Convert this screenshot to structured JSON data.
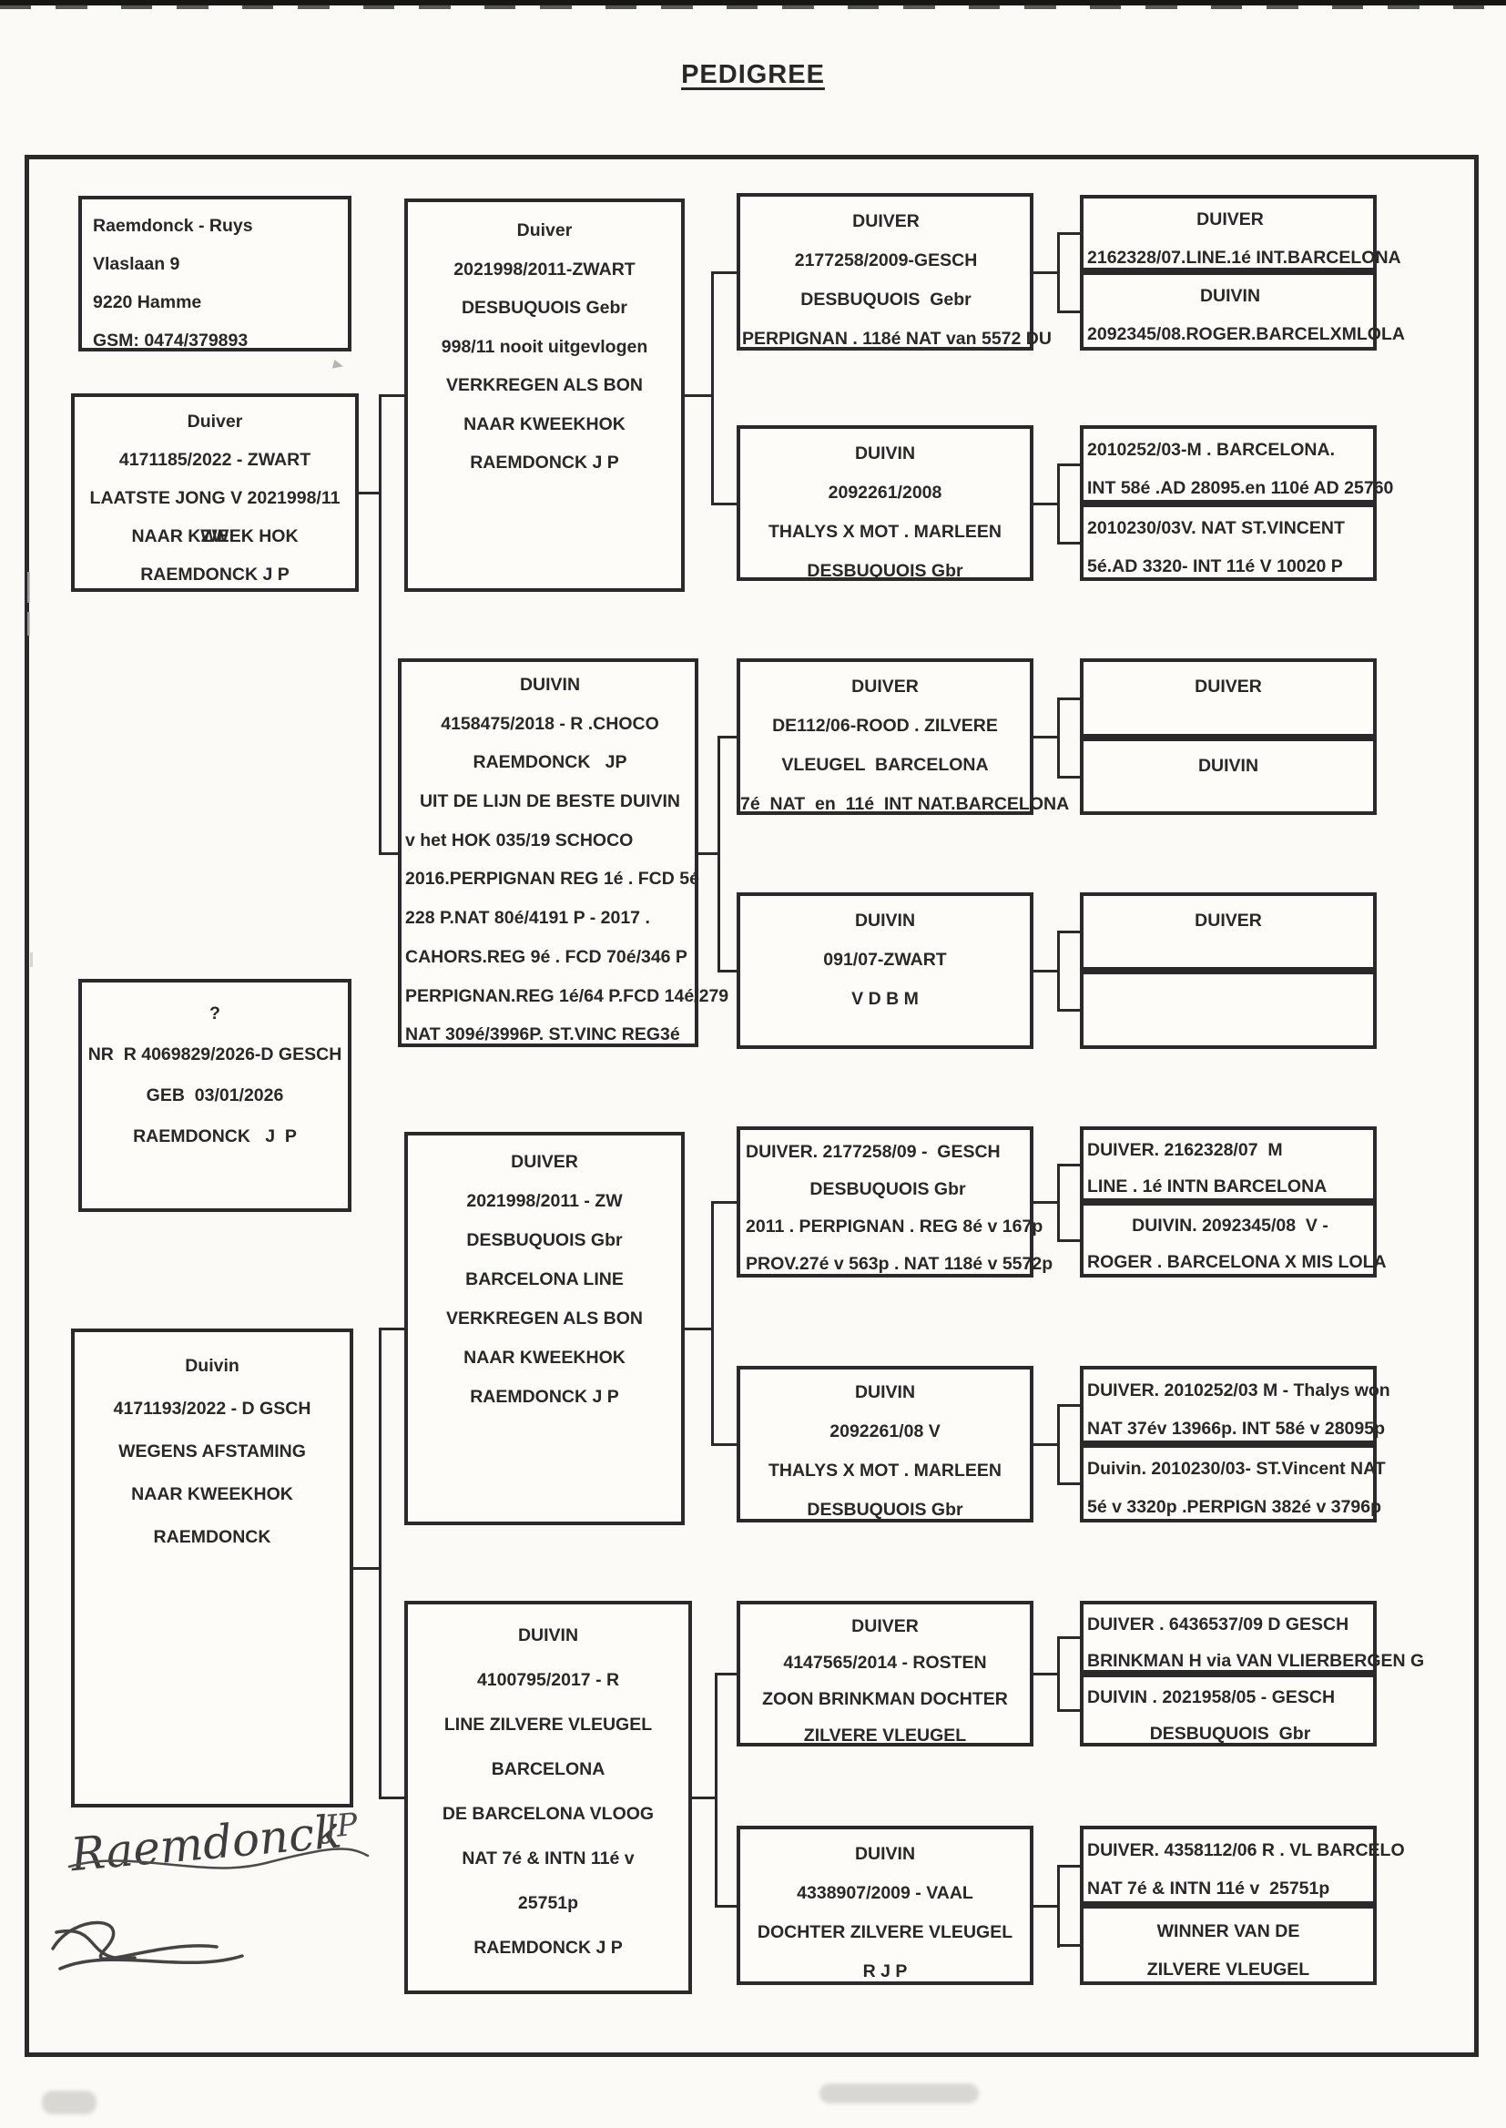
{
  "title": "PEDIGREE",
  "colors": {
    "ink": "#2a2a2a",
    "paper": "#fbfaf6"
  },
  "boxes": {
    "owner": {
      "lines": [
        "Raemdonck - Ruys",
        "Vlaslaan 9",
        "9220 Hamme",
        "GSM: 0474/379893"
      ]
    },
    "father": {
      "lines": [
        "Duiver",
        "4171185/2022 - ZWART",
        "LAATSTE JONG V 2021998/11 ZW",
        "NAAR KWEEK HOK",
        "RAEMDONCK   J P"
      ]
    },
    "unknown": {
      "lines": [
        "?",
        "NR  R 4069829/2026-D GESCH",
        "GEB  03/01/2026",
        "RAEMDONCK   J  P"
      ]
    },
    "mother": {
      "lines": [
        "Duivin",
        "4171193/2022 - D GSCH",
        "WEGENS AFSTAMING",
        "NAAR  KWEEKHOK",
        "RAEMDONCK"
      ]
    },
    "b1": {
      "lines": [
        "Duiver",
        "2021998/2011-ZWART",
        "DESBUQUOIS  Gebr",
        "998/11  nooit uitgevlogen",
        "VERKREGEN ALS BON",
        "NAAR KWEEKHOK",
        "RAEMDONCK  J  P"
      ]
    },
    "b2": {
      "lines": [
        "DUIVIN",
        "4158475/2018 - R .CHOCO",
        "RAEMDONCK   JP",
        "UIT DE LIJN DE BESTE DUIVIN",
        "v het HOK 035/19 SCHOCO",
        "2016.PERPIGNAN REG 1é . FCD 5é",
        "228 P.NAT 80é/4191 P - 2017 .",
        "CAHORS.REG 9é . FCD 70é/346 P",
        "PERPIGNAN.REG 1é/64 P.FCD 14é/279",
        "NAT 309é/3996P. ST.VINC REG3é"
      ]
    },
    "b3": {
      "lines": [
        "DUIVER",
        "2021998/2011 - ZW",
        "DESBUQUOIS  Gbr",
        "BARCELONA  LINE",
        "VERKREGEN ALS BON",
        "NAAR KWEEKHOK",
        "RAEMDONCK  J  P"
      ]
    },
    "b4": {
      "lines": [
        "DUIVIN",
        "4100795/2017 - R",
        "LINE  ZILVERE  VLEUGEL",
        "BARCELONA",
        "DE BARCELONA  VLOOG",
        "NAT  7é & INTN  11é v",
        "25751p",
        "RAEMDONCK  J  P"
      ]
    },
    "c1": {
      "lines": [
        "DUIVER",
        "2177258/2009-GESCH",
        "DESBUQUOIS  Gebr",
        "PERPIGNAN . 118é NAT van 5572 DU"
      ]
    },
    "c2": {
      "lines": [
        "DUIVIN",
        "2092261/2008",
        "THALYS X MOT . MARLEEN",
        "DESBUQUOIS  Gbr"
      ]
    },
    "c3": {
      "lines": [
        "DUIVER",
        "DE112/06-ROOD . ZILVERE",
        "VLEUGEL  BARCELONA",
        "7é  NAT  en  11é  INT NAT.BARCELONA"
      ]
    },
    "c4": {
      "lines": [
        "DUIVIN",
        "091/07-ZWART",
        "V  D  B  M"
      ]
    },
    "c5": {
      "lines": [
        "DUIVER. 2177258/09 -  GESCH",
        "DESBUQUOIS Gbr",
        "2011 . PERPIGNAN . REG 8é v 167p",
        "PROV.27é v 563p . NAT 118é v 5572p"
      ]
    },
    "c6": {
      "lines": [
        "DUIVIN",
        "2092261/08 V",
        "THALYS  X  MOT . MARLEEN",
        "DESBUQUOIS  Gbr"
      ]
    },
    "c7": {
      "lines": [
        "DUIVER",
        "4147565/2014 - ROSTEN",
        "ZOON  BRINKMAN  DOCHTER",
        "ZILVERE  VLEUGEL"
      ]
    },
    "c8": {
      "lines": [
        "DUIVIN",
        "4338907/2009 - VAAL",
        "DOCHTER  ZILVERE  VLEUGEL",
        "R  J  P"
      ]
    },
    "d1a": {
      "lines": [
        "DUIVER",
        "2162328/07.LINE.1é INT.BARCELONA"
      ]
    },
    "d1b": {
      "lines": [
        "DUIVIN",
        "2092345/08.ROGER.BARCELXMLOLA"
      ]
    },
    "d2a": {
      "lines": [
        "2010252/03-M . BARCELONA.",
        "INT 58é .AD 28095.en 110é AD 25760"
      ]
    },
    "d2b": {
      "lines": [
        "2010230/03V. NAT ST.VINCENT",
        "5é.AD 3320- INT 11é V 10020 P"
      ]
    },
    "d3a": {
      "lines": [
        "DUIVER"
      ]
    },
    "d3b": {
      "lines": [
        "DUIVIN"
      ]
    },
    "d4a": {
      "lines": [
        "DUIVER"
      ]
    },
    "d4b": {
      "lines": []
    },
    "d5a": {
      "lines": [
        "DUIVER. 2162328/07  M",
        "LINE . 1é INTN BARCELONA"
      ]
    },
    "d5b": {
      "lines": [
        "DUIVIN. 2092345/08  V -",
        "ROGER . BARCELONA X MIS LOLA"
      ]
    },
    "d6a": {
      "lines": [
        "DUIVER. 2010252/03 M - Thalys won",
        "NAT 37év 13966p. INT 58é v 28095p"
      ]
    },
    "d6b": {
      "lines": [
        "Duivin. 2010230/03- ST.Vincent NAT",
        "5é v 3320p .PERPIGN 382é v 3796p"
      ]
    },
    "d7a": {
      "lines": [
        "DUIVER . 6436537/09 D GESCH",
        "BRINKMAN H via VAN VLIERBERGEN G"
      ]
    },
    "d7b": {
      "lines": [
        "DUIVIN . 2021958/05 - GESCH",
        "DESBUQUOIS  Gbr"
      ]
    },
    "d8a": {
      "lines": [
        "DUIVER. 4358112/06 R . VL BARCELO",
        "NAT 7é & INTN 11é v  25751p"
      ]
    },
    "d8b": {
      "lines": [
        "WINNER VAN DE",
        "ZILVERE  VLEUGEL"
      ]
    }
  },
  "signature": {
    "name": "Raemdonck",
    "suffix": "JP"
  }
}
